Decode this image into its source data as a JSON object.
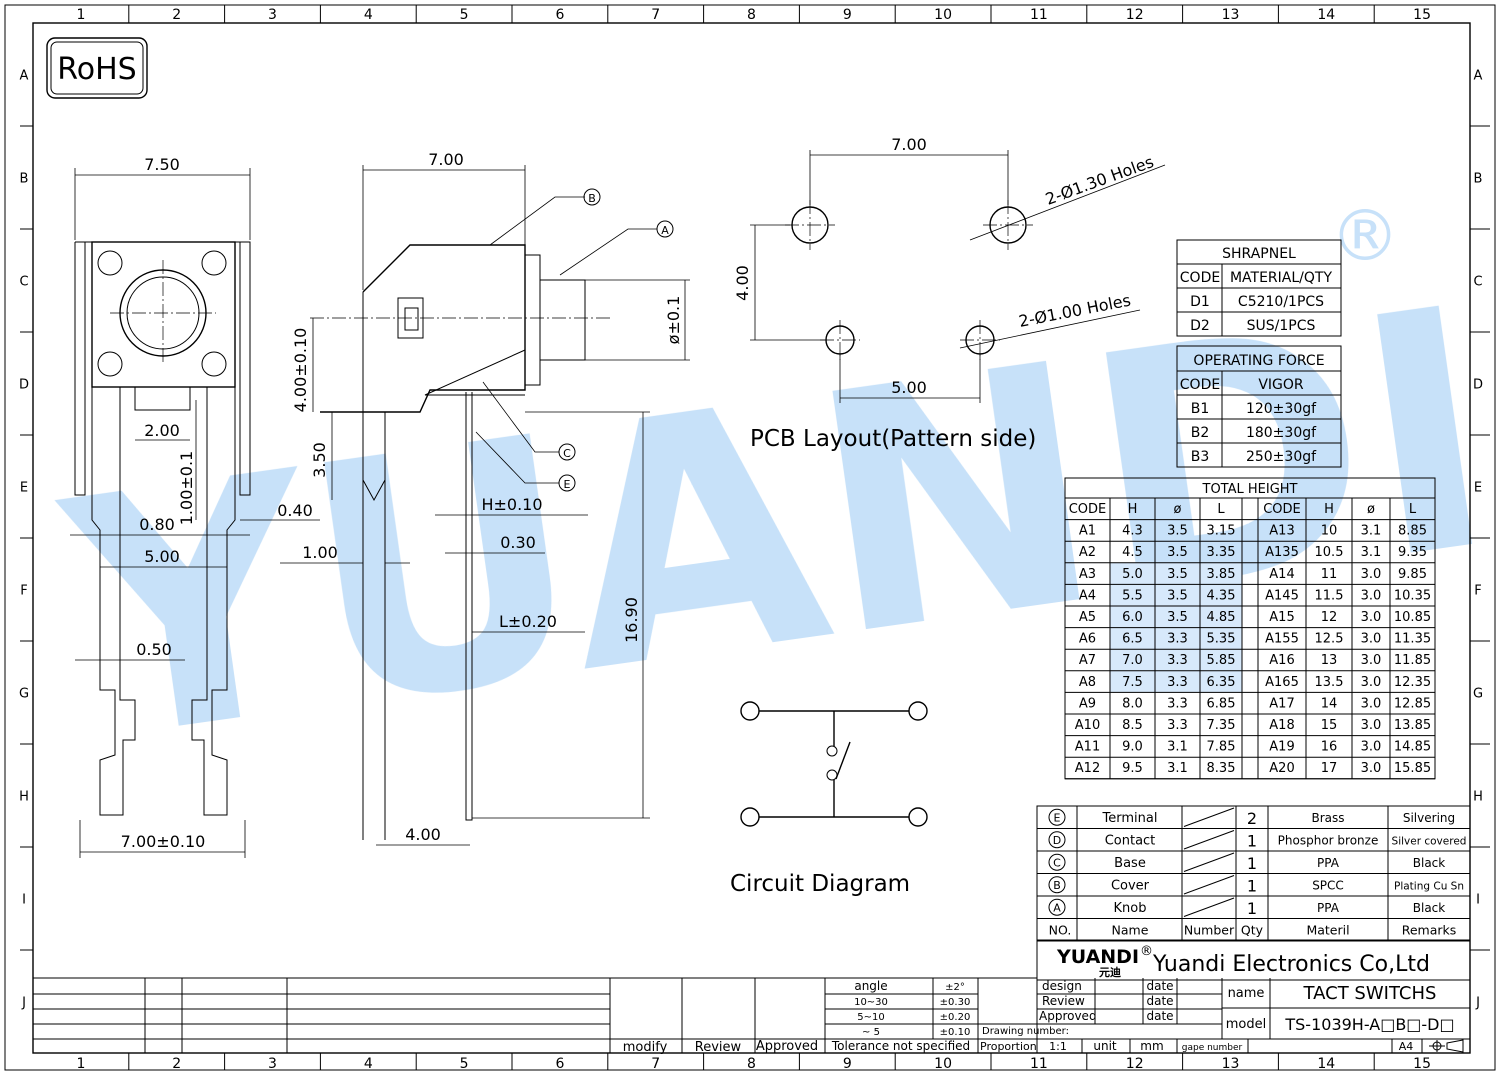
{
  "rohs": "RoHS",
  "registered_mark": "®",
  "watermark": "YUANDI",
  "grid": {
    "cols": [
      "1",
      "2",
      "3",
      "4",
      "5",
      "6",
      "7",
      "8",
      "9",
      "10",
      "11",
      "12",
      "13",
      "14",
      "15"
    ],
    "rows": [
      "A",
      "B",
      "C",
      "D",
      "E",
      "F",
      "G",
      "H",
      "I",
      "J"
    ]
  },
  "front_view": {
    "dims": [
      "7.50",
      "2.00",
      "1.00±0.1",
      "0.80",
      "0.40",
      "5.00",
      "0.50",
      "7.00±0.10"
    ]
  },
  "side_view": {
    "dims": [
      "7.00",
      "4.00±0.10",
      "3.50",
      "1.00",
      "H±0.10",
      "0.30",
      "L±0.20",
      "16.90",
      "4.00",
      "ø±0.1"
    ],
    "callouts": [
      "B",
      "A",
      "C",
      "E"
    ]
  },
  "pcb": {
    "dims": [
      "7.00",
      "4.00",
      "5.00"
    ],
    "holes_large": "2-Ø1.30 Holes",
    "holes_small": "2-Ø1.00 Holes",
    "caption": "PCB  Layout(Pattern  side)"
  },
  "circuit": {
    "caption": "Circuit  Diagram"
  },
  "shrapnel": {
    "title": "SHRAPNEL",
    "header": [
      "CODE",
      "MATERIAL/QTY"
    ],
    "rows": [
      [
        "D1",
        "C5210/1PCS"
      ],
      [
        "D2",
        "SUS/1PCS"
      ]
    ]
  },
  "force": {
    "title": "OPERATING  FORCE",
    "header": [
      "CODE",
      "VIGOR"
    ],
    "rows": [
      [
        "B1",
        "120±30gf"
      ],
      [
        "B2",
        "180±30gf"
      ],
      [
        "B3",
        "250±30gf"
      ]
    ]
  },
  "total_height": {
    "title": "TOTAL  HEIGHT",
    "header": [
      "CODE",
      "H",
      "ø",
      "L",
      "CODE",
      "H",
      "ø",
      "L"
    ],
    "rows": [
      [
        "A1",
        "4.3",
        "3.5",
        "3.15",
        "A13",
        "10",
        "3.1",
        "8.85"
      ],
      [
        "A2",
        "4.5",
        "3.5",
        "3.35",
        "A135",
        "10.5",
        "3.1",
        "9.35"
      ],
      [
        "A3",
        "5.0",
        "3.5",
        "3.85",
        "A14",
        "11",
        "3.0",
        "9.85"
      ],
      [
        "A4",
        "5.5",
        "3.5",
        "4.35",
        "A145",
        "11.5",
        "3.0",
        "10.35"
      ],
      [
        "A5",
        "6.0",
        "3.5",
        "4.85",
        "A15",
        "12",
        "3.0",
        "10.85"
      ],
      [
        "A6",
        "6.5",
        "3.3",
        "5.35",
        "A155",
        "12.5",
        "3.0",
        "11.35"
      ],
      [
        "A7",
        "7.0",
        "3.3",
        "5.85",
        "A16",
        "13",
        "3.0",
        "11.85"
      ],
      [
        "A8",
        "7.5",
        "3.3",
        "6.35",
        "A165",
        "13.5",
        "3.0",
        "12.35"
      ],
      [
        "A9",
        "8.0",
        "3.3",
        "6.85",
        "A17",
        "14",
        "3.0",
        "12.85"
      ],
      [
        "A10",
        "8.5",
        "3.3",
        "7.35",
        "A18",
        "15",
        "3.0",
        "13.85"
      ],
      [
        "A11",
        "9.0",
        "3.1",
        "7.85",
        "A19",
        "16",
        "3.0",
        "14.85"
      ],
      [
        "A12",
        "9.5",
        "3.1",
        "8.35",
        "A20",
        "17",
        "3.0",
        "15.85"
      ]
    ]
  },
  "bom": {
    "rows": [
      [
        "E",
        "Terminal",
        "2",
        "Brass",
        "Silvering"
      ],
      [
        "D",
        "Contact",
        "1",
        "Phosphor bronze",
        "Silver covered"
      ],
      [
        "C",
        "Base",
        "1",
        "PPA",
        "Black"
      ],
      [
        "B",
        "Cover",
        "1",
        "SPCC",
        "Plating Cu Sn"
      ],
      [
        "A",
        "Knob",
        "1",
        "PPA",
        "Black"
      ]
    ],
    "header": [
      "NO.",
      "Name",
      "Number",
      "Qty",
      "Materil",
      "Remarks"
    ]
  },
  "company": {
    "logo": "YUANDI",
    "logo_cn": "元迪",
    "name": "Yuandi Electronics Co,Ltd"
  },
  "title_block": {
    "design": "design",
    "review": "Review",
    "approved": "Approved",
    "date": "date",
    "drawing_number": "Drawing number:",
    "proportion": "Proportion",
    "scale": "1:1",
    "unit": "unit",
    "mm": "mm",
    "gape_number": "gape number",
    "size": "A4",
    "name_label": "name",
    "name_value": "TACT  SWITCHS",
    "model_label": "model",
    "model_value": "TS-1039H-A□B□-D□",
    "modify": "modify",
    "review2": "Review",
    "approved2": "Approved",
    "tolerance": "Tolerance  not  specified",
    "tol_rows": [
      [
        "angle",
        "±2°"
      ],
      [
        "10~30",
        "±0.30"
      ],
      [
        "5~10",
        "±0.20"
      ],
      [
        "~ 5",
        "±0.10"
      ]
    ]
  }
}
